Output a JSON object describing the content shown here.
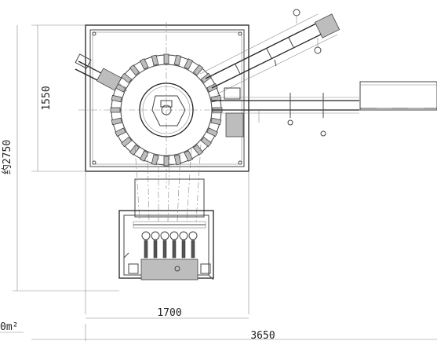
{
  "dimensions": {
    "height_upper": "1550",
    "height_total": "约2750",
    "width_lower": "1700",
    "width_total": "3650",
    "area_fragment": "0m²"
  }
}
